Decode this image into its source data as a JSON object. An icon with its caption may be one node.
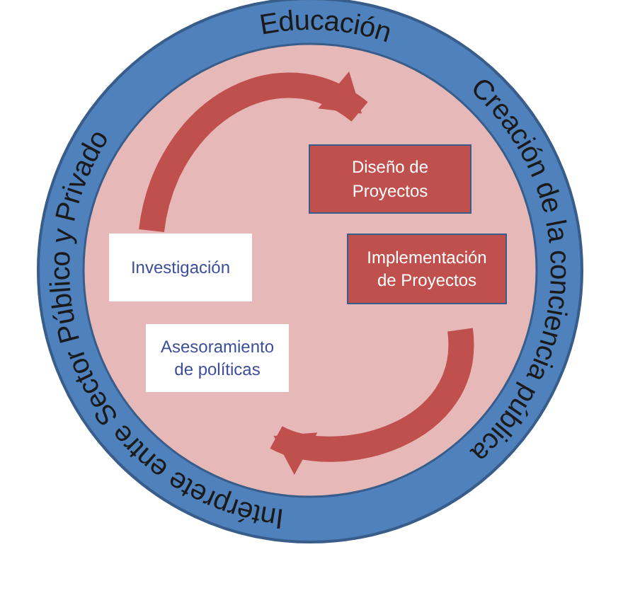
{
  "diagram": {
    "nodes": [
      {
        "text": [],
        "shape": "circle"
      },
      {
        "text": [
          "Diseño de Proyectos"
        ],
        "in": 0
      },
      {
        "text": [
          "Investigación"
        ],
        "in": 0
      },
      {
        "text": [
          "Implementación de Proyectos"
        ],
        "in": 0
      },
      {
        "text": [
          "Asesoramiento de políticas"
        ],
        "in": 0
      }
    ],
    "edges": [
      {
        "from": 2,
        "to": 1,
        "arrow": "to",
        "color": "#c0504d"
      },
      {
        "from": 3,
        "to": 4,
        "arrow": "to",
        "color": "#c0504d"
      }
    ],
    "labels": [
      "Educación",
      "Creación de la conciencia pública",
      "Intérprete entre Sector Público y Privado"
    ]
  }
}
